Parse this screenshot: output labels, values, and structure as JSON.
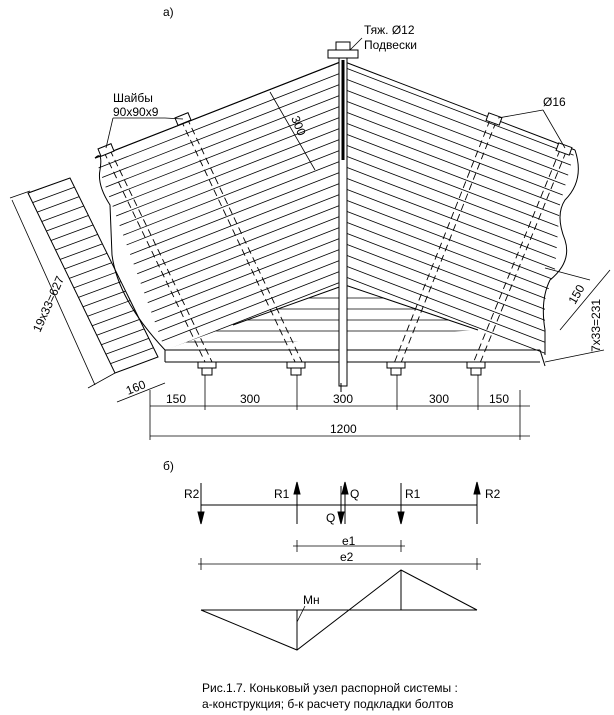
{
  "part_a_label": "а)",
  "part_b_label": "б)",
  "tie_rod_label": "Тяж. Ø12",
  "hangers_label": "Подвески",
  "washers_label_line1": "Шайбы",
  "washers_label_line2": "90х90х9",
  "bolt_diameter_label": "Ø16",
  "dim_300_diag": "300",
  "dim_left_stack": "19х33=627",
  "dim_160": "160",
  "dim_150_right": "150",
  "dim_right_stack": "7х33=231",
  "bottom_dims": [
    "150",
    "300",
    "300",
    "300",
    "150"
  ],
  "total_dim": "1200",
  "forces": {
    "r2_left": "R2",
    "r1_left": "R1",
    "q_up": "Q",
    "q_down": "Q",
    "r1_right": "R1",
    "r2_right": "R2"
  },
  "e1_label": "e1",
  "e2_label": "e2",
  "moment_label": "Мн",
  "caption_line1": "Рис.1.7. Коньковый узел распорной системы :",
  "caption_line2": "а-конструкция; б-к расчету подкладки болтов"
}
